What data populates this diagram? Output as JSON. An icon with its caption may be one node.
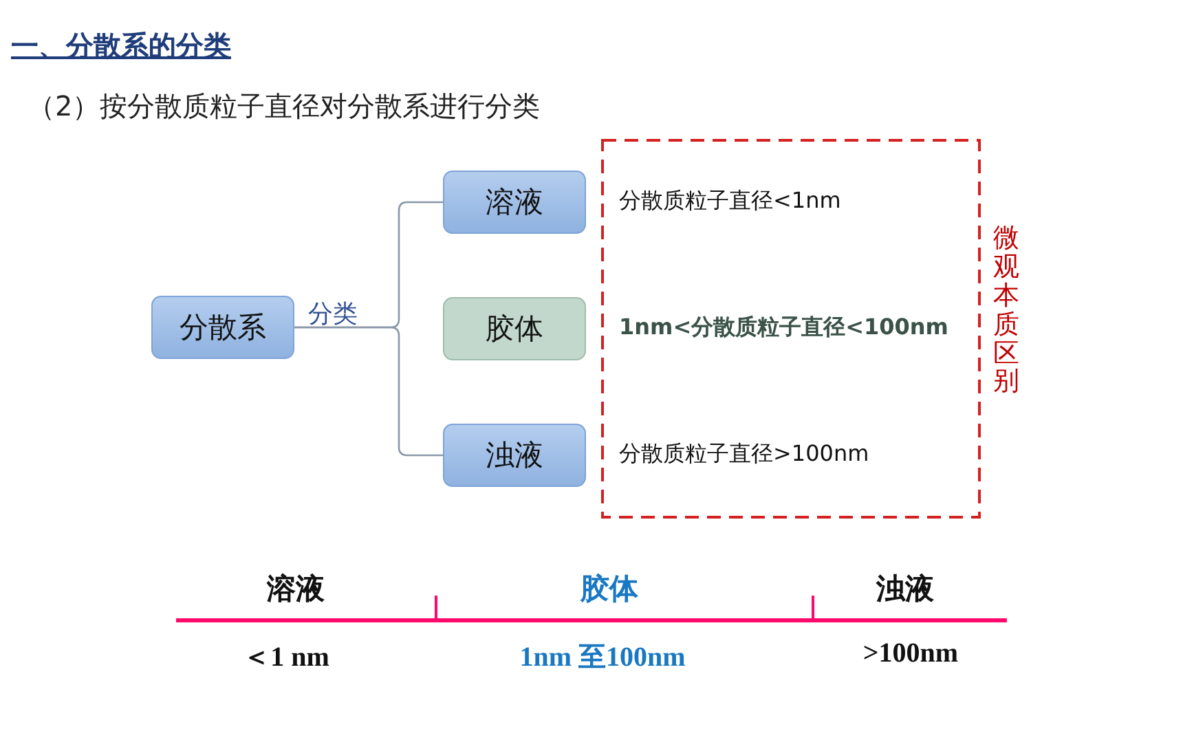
{
  "diagram": {
    "title": "一、分散系的分类",
    "nodes": [
      {
        "text": [
          "分散系"
        ]
      },
      {
        "text": [
          "溶液"
        ],
        "beside": [
          "分散质粒子直径<1nm"
        ]
      },
      {
        "text": [
          "胶体"
        ],
        "beside": [
          "1nm<分散质粒子直径<100nm"
        ]
      },
      {
        "text": [
          "浊液"
        ],
        "beside": [
          "分散质粒子直径>100nm"
        ]
      }
    ],
    "edges": [
      {
        "from": 0,
        "to": 1,
        "arrow": "none",
        "label": "分类"
      },
      {
        "from": 0,
        "to": 3,
        "arrow": "none"
      }
    ],
    "labels": [
      "（2）按分散质粒子直径对分散系进行分类",
      "微观本质区别",
      "溶液",
      "胶体",
      "浊液",
      "＜1 nm",
      "1nm 至100nm",
      ">100nm"
    ]
  }
}
